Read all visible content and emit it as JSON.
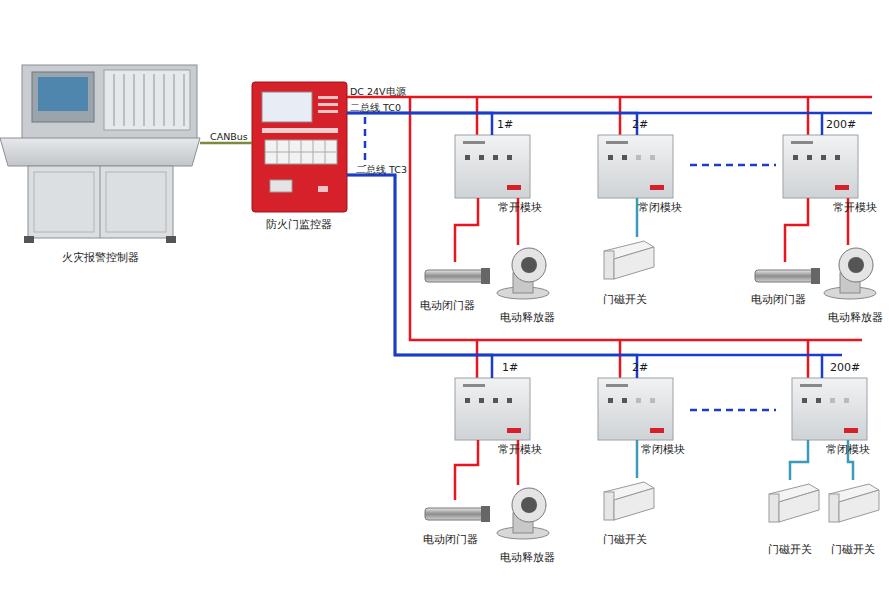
{
  "diagram": {
    "nodes": [
      {
        "text": [
          "火灾报警控制器"
        ]
      },
      {
        "text": [
          "防火门监控器"
        ]
      },
      {
        "text": [
          "1#",
          "常开模块"
        ]
      },
      {
        "text": [
          "2#",
          "常闭模块"
        ]
      },
      {
        "text": [
          "200#",
          "常开模块"
        ]
      },
      {
        "text": [
          "电动闭门器"
        ]
      },
      {
        "text": [
          "电动释放器"
        ]
      },
      {
        "text": [
          "门磁开关"
        ]
      },
      {
        "text": [
          "电动闭门器"
        ]
      },
      {
        "text": [
          "电动释放器"
        ]
      },
      {
        "text": [
          "1#",
          "常开模块"
        ]
      },
      {
        "text": [
          "2#",
          "常闭模块"
        ]
      },
      {
        "text": [
          "200#",
          "常闭模块"
        ]
      },
      {
        "text": [
          "电动闭门器"
        ]
      },
      {
        "text": [
          "电动释放器"
        ]
      },
      {
        "text": [
          "门磁开关"
        ]
      },
      {
        "text": [
          "门磁开关"
        ]
      },
      {
        "text": [
          "门磁开关"
        ]
      }
    ],
    "edges": [
      {
        "from": 0,
        "to": 1,
        "arrow": "none",
        "label": "CANBus"
      },
      {
        "from": 1,
        "to": 2,
        "arrow": "none"
      },
      {
        "from": 1,
        "to": 3,
        "arrow": "none"
      },
      {
        "from": 1,
        "to": 4,
        "arrow": "none"
      },
      {
        "from": 1,
        "to": 10,
        "arrow": "none"
      },
      {
        "from": 1,
        "to": 11,
        "arrow": "none"
      },
      {
        "from": 1,
        "to": 12,
        "arrow": "none"
      },
      {
        "from": 2,
        "to": 5,
        "arrow": "none"
      },
      {
        "from": 2,
        "to": 6,
        "arrow": "none"
      },
      {
        "from": 3,
        "to": 7,
        "arrow": "none"
      },
      {
        "from": 4,
        "to": 8,
        "arrow": "none"
      },
      {
        "from": 4,
        "to": 9,
        "arrow": "none"
      },
      {
        "from": 10,
        "to": 13,
        "arrow": "none"
      },
      {
        "from": 10,
        "to": 14,
        "arrow": "none"
      },
      {
        "from": 11,
        "to": 15,
        "arrow": "none"
      },
      {
        "from": 12,
        "to": 16,
        "arrow": "none"
      },
      {
        "from": 12,
        "to": 17,
        "arrow": "none"
      }
    ],
    "labels": [
      "DC 24V电源",
      "二总线 TC0",
      "二总线 TC3"
    ]
  }
}
